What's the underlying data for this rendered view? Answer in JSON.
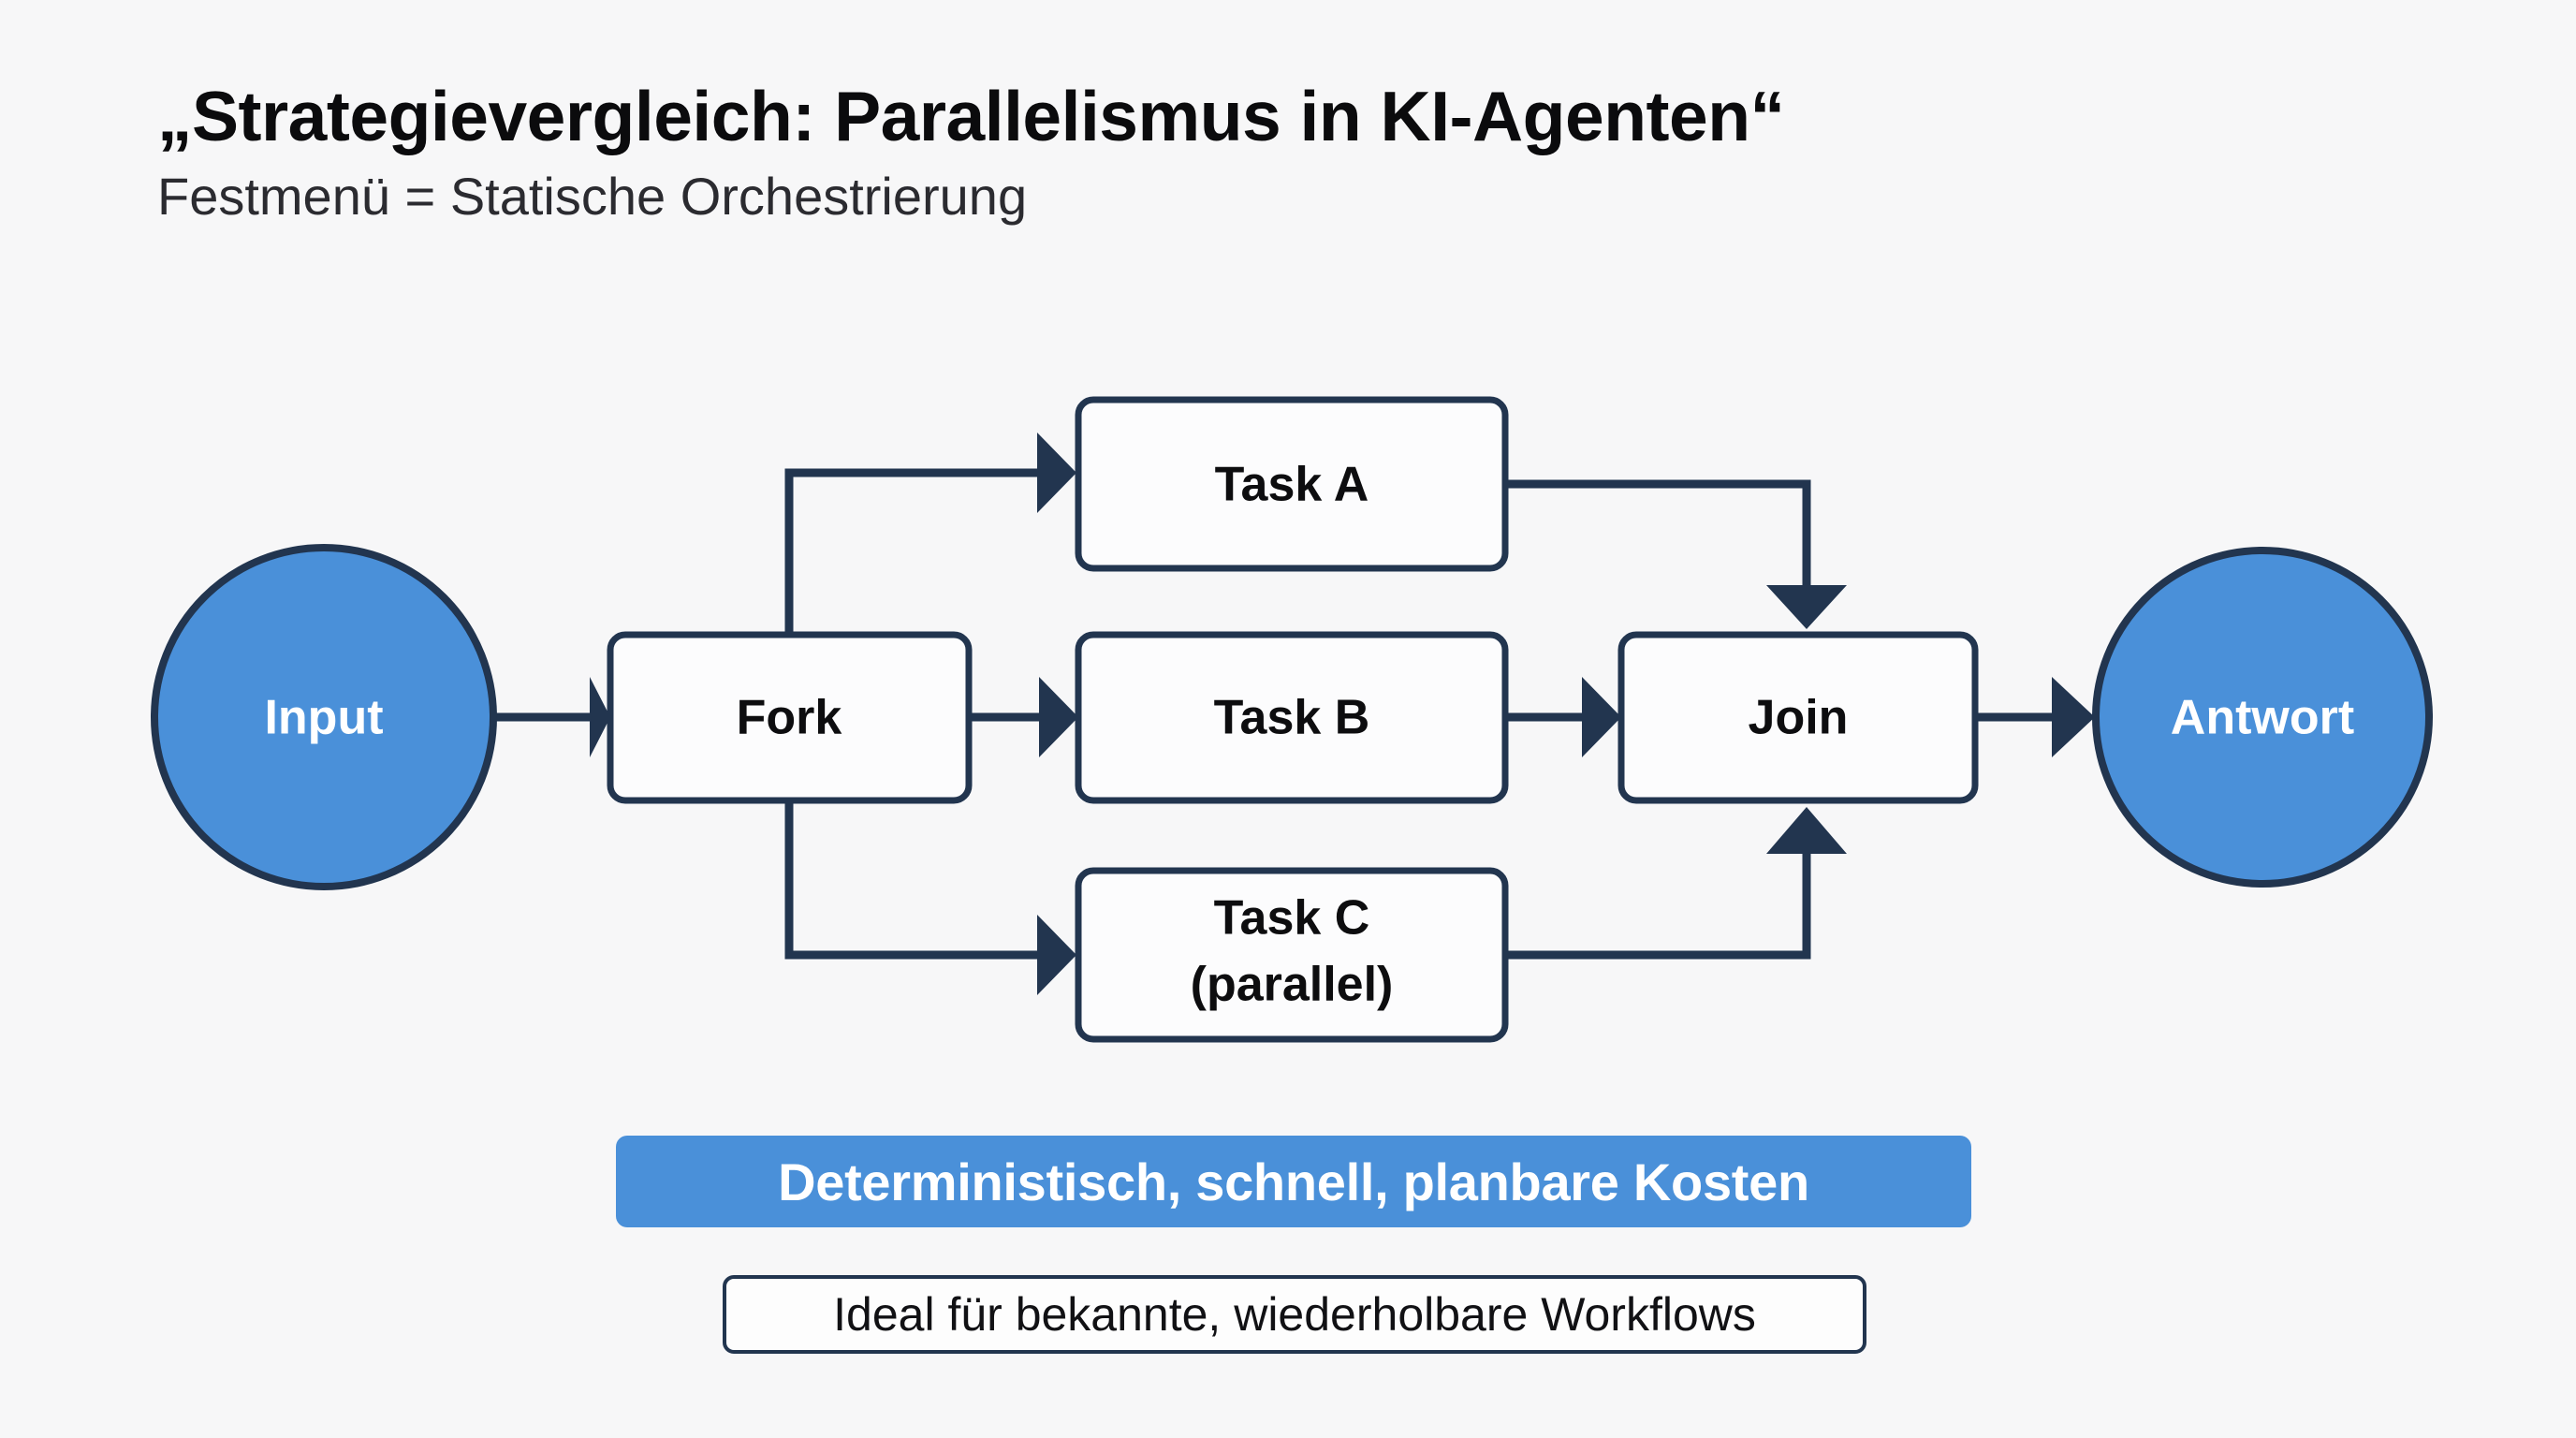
{
  "header": {
    "title": "„Strategievergleich: Parallelismus in KI-Agenten“",
    "subtitle": "Festmenü = Statische Orchestrierung"
  },
  "diagram": {
    "type": "flowchart",
    "orientation": "left-to-right",
    "nodes": [
      {
        "id": "input",
        "label": "Input",
        "shape": "circle",
        "fill": "#4a90d9",
        "stroke": "#22354f",
        "text_color": "#ffffff"
      },
      {
        "id": "fork",
        "label": "Fork",
        "shape": "rounded-rect",
        "fill": "#fcfcfd",
        "stroke": "#22354f",
        "text_color": "#0d0d0f"
      },
      {
        "id": "taskA",
        "label": "Task A",
        "shape": "rounded-rect",
        "fill": "#fcfcfd",
        "stroke": "#22354f",
        "text_color": "#0d0d0f"
      },
      {
        "id": "taskB",
        "label": "Task B",
        "shape": "rounded-rect",
        "fill": "#fcfcfd",
        "stroke": "#22354f",
        "text_color": "#0d0d0f"
      },
      {
        "id": "taskC",
        "label": "Task C",
        "label_line2": "(parallel)",
        "shape": "rounded-rect",
        "fill": "#fcfcfd",
        "stroke": "#22354f",
        "text_color": "#0d0d0f"
      },
      {
        "id": "join",
        "label": "Join",
        "shape": "rounded-rect",
        "fill": "#fcfcfd",
        "stroke": "#22354f",
        "text_color": "#0d0d0f"
      },
      {
        "id": "answer",
        "label": "Antwort",
        "shape": "circle",
        "fill": "#4a90d9",
        "stroke": "#22354f",
        "text_color": "#ffffff"
      }
    ],
    "edges": [
      {
        "from": "input",
        "to": "fork",
        "style": "straight"
      },
      {
        "from": "fork",
        "to": "taskA",
        "style": "orthogonal-up"
      },
      {
        "from": "fork",
        "to": "taskB",
        "style": "straight"
      },
      {
        "from": "fork",
        "to": "taskC",
        "style": "orthogonal-down"
      },
      {
        "from": "taskA",
        "to": "join",
        "style": "orthogonal-down"
      },
      {
        "from": "taskB",
        "to": "join",
        "style": "straight"
      },
      {
        "from": "taskC",
        "to": "join",
        "style": "orthogonal-up"
      },
      {
        "from": "join",
        "to": "answer",
        "style": "straight"
      }
    ]
  },
  "footer": {
    "banner_text": "Deterministisch, schnell, planbare Kosten",
    "banner_color": "#4a90d9",
    "caption_text": "Ideal für bekannte, wiederholbare Workflows"
  },
  "colors": {
    "background": "#f7f7f8",
    "accent_blue": "#4a90d9",
    "stroke_navy": "#22354f",
    "text_dark": "#0b0b0d"
  }
}
